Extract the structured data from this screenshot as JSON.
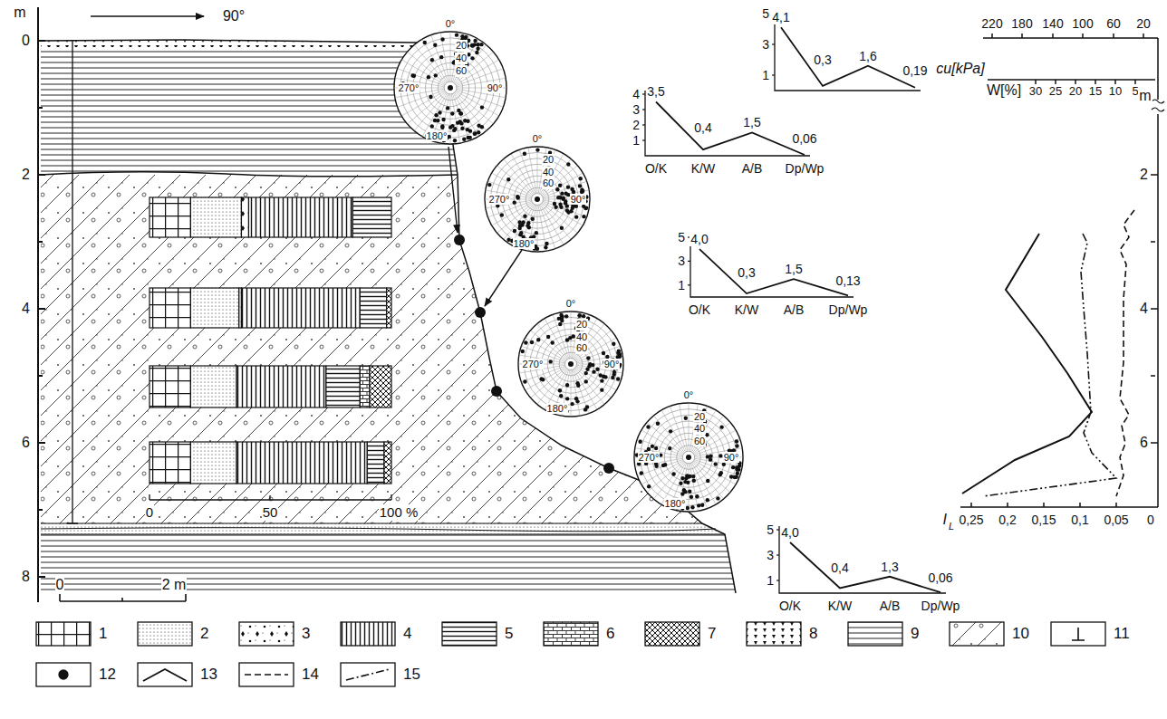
{
  "diagram": {
    "labels": [
      "m",
      "90°",
      "0",
      "2",
      "4",
      "6",
      "8",
      "0",
      "2 m",
      "0",
      "50",
      "100 %",
      "0°",
      "20",
      "40",
      "60",
      "90°",
      "180°",
      "270°",
      "0°",
      "20",
      "40",
      "60",
      "90°",
      "180°",
      "270°",
      "0°",
      "20",
      "40",
      "60",
      "90°",
      "180°",
      "270°",
      "0°",
      "20",
      "40",
      "60",
      "90°",
      "180°",
      "270°",
      "5",
      "3",
      "1",
      "4,1",
      "0,3",
      "1,6",
      "0,19",
      "4",
      "3",
      "2",
      "1",
      "3,5",
      "0,4",
      "1,5",
      "0,06",
      "O/K",
      "K/W",
      "A/B",
      "Dp/Wp",
      "5",
      "3",
      "1",
      "4,0",
      "0,3",
      "1,5",
      "0,13",
      "O/K",
      "K/W",
      "A/B",
      "Dp/Wp",
      "5",
      "3",
      "1",
      "4,0",
      "0,4",
      "1,3",
      "0,06",
      "O/K",
      "K/W",
      "A/B",
      "Dp/Wp",
      "cu[kPa]",
      "220",
      "180",
      "140",
      "100",
      "60",
      "20",
      "W[%]",
      "30",
      "25",
      "20",
      "15",
      "10",
      "5",
      "m",
      "2",
      "4",
      "6",
      "0,25",
      "0,2",
      "0,15",
      "0,1",
      "0,05",
      "0",
      "I",
      "L"
    ],
    "legend": [
      {
        "text": "1"
      },
      {
        "text": "2"
      },
      {
        "text": "3"
      },
      {
        "text": "4"
      },
      {
        "text": "5"
      },
      {
        "text": "6"
      },
      {
        "text": "7"
      },
      {
        "text": "8"
      },
      {
        "text": "9"
      },
      {
        "text": "10"
      },
      {
        "text": "11"
      },
      {
        "text": "12"
      },
      {
        "text": "13"
      },
      {
        "text": "14"
      },
      {
        "text": "15"
      }
    ]
  }
}
